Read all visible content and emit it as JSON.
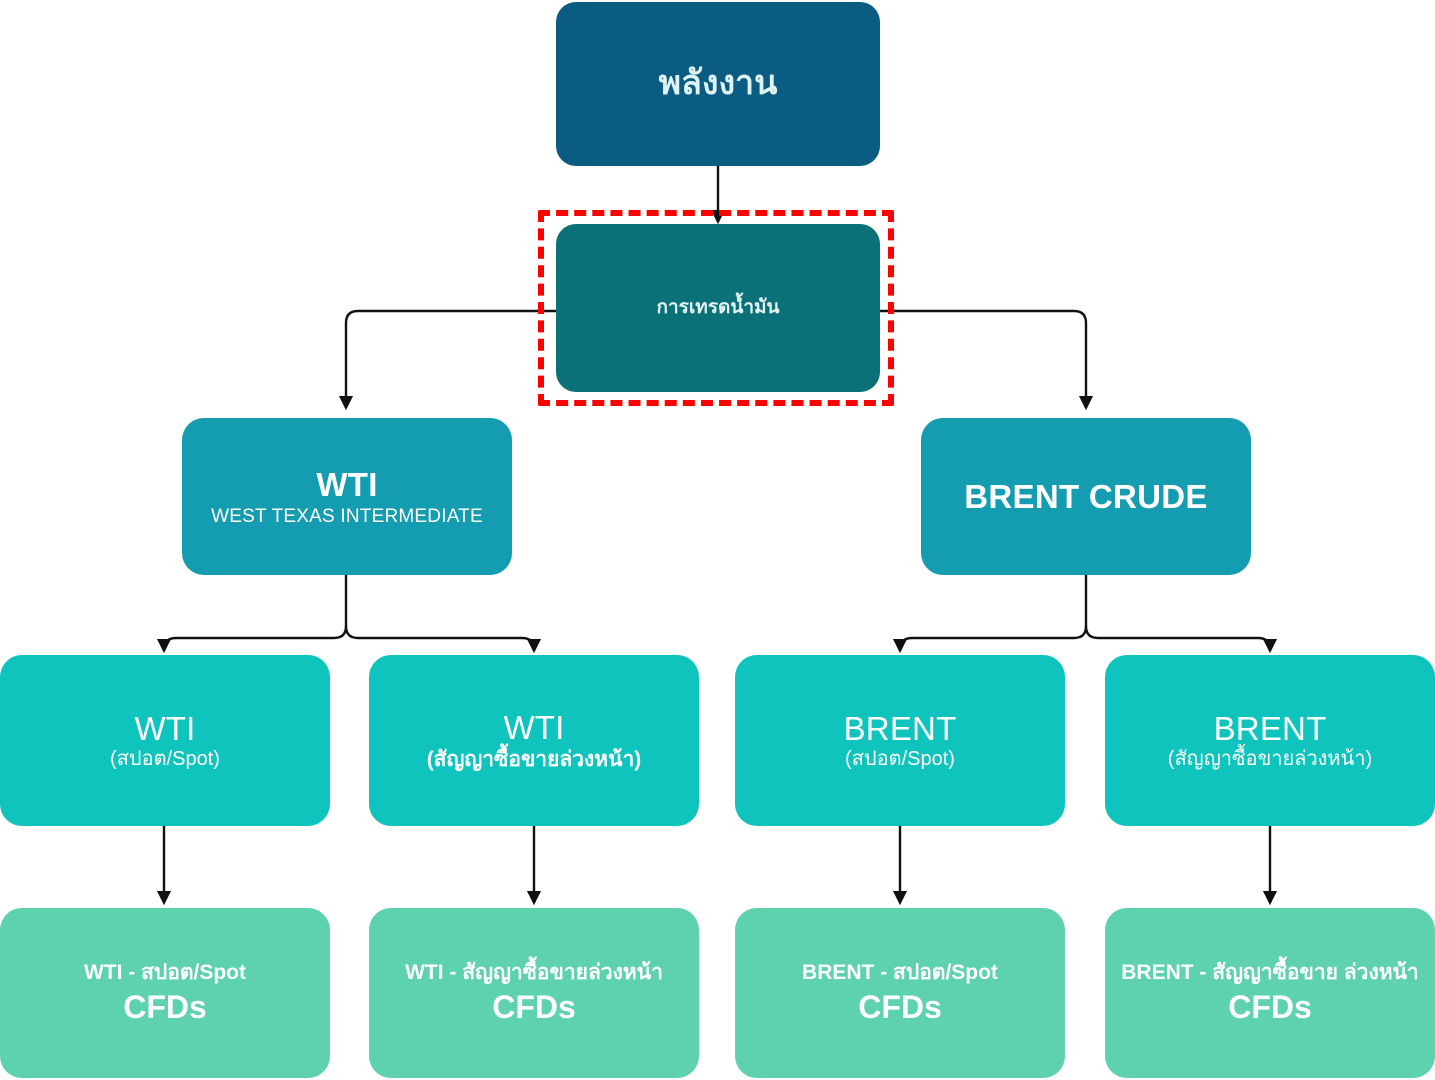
{
  "diagram": {
    "title_root": "พลังงาน",
    "highlight_color": "#fe0000",
    "colors": {
      "root": "#0a5c82",
      "focus": "#0a7178",
      "benchmark": "#149cb0",
      "instrument": "#10c4be",
      "cfd": "#5ed1ae",
      "connector": "#111111",
      "background": "#ffffff"
    },
    "nodes": {
      "root": {
        "line1": "พลังงาน"
      },
      "oil_trading": {
        "line1": "การเทรดน้ำมัน"
      },
      "wti": {
        "line1": "WTI",
        "line2": "WEST TEXAS INTERMEDIATE"
      },
      "brent": {
        "line1": "BRENT CRUDE"
      },
      "wti_spot": {
        "line1": "WTI",
        "line2": "(สปอต/Spot)"
      },
      "wti_futures": {
        "line1": "WTI",
        "line2": "(สัญญาซื้อขายล่วงหน้า)"
      },
      "brent_spot": {
        "line1": "BRENT",
        "line2": "(สปอต/Spot)"
      },
      "brent_futures": {
        "line1": "BRENT",
        "line2": "(สัญญาซื้อขายล่วงหน้า)"
      },
      "wti_spot_cfd": {
        "line1": "WTI - สปอต/Spot",
        "line2": "CFDs"
      },
      "wti_futures_cfd": {
        "line1": "WTI - สัญญาซื้อขายล่วงหน้า",
        "line2": "CFDs"
      },
      "brent_spot_cfd": {
        "line1": "BRENT - สปอต/Spot",
        "line2": "CFDs"
      },
      "brent_futures_cfd": {
        "line1": "BRENT - สัญญาซื้อขาย ล่วงหน้า",
        "line2": "CFDs"
      }
    }
  }
}
